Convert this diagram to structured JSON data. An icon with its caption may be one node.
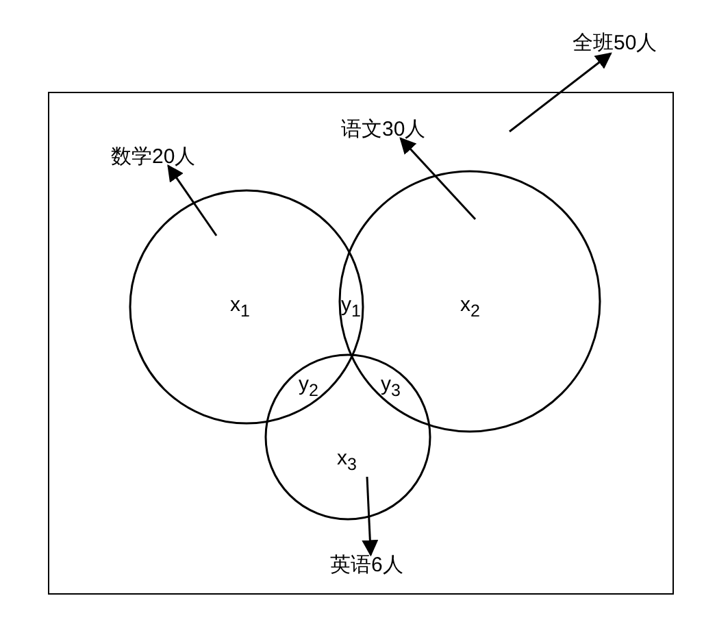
{
  "diagram": {
    "nodes": [
      {
        "text": [],
        "shape": "box"
      },
      {
        "text": [
          "全班50人"
        ]
      },
      {
        "text": [],
        "shape": "circle",
        "in": 0
      },
      {
        "text": [
          "数学20人"
        ],
        "in": 0
      },
      {
        "text": [],
        "shape": "circle",
        "in": 0
      },
      {
        "text": [
          "语文30人"
        ],
        "in": 0
      },
      {
        "text": [],
        "shape": "circle",
        "in": 0
      },
      {
        "text": [
          "英语6人"
        ],
        "in": 0
      }
    ],
    "edges": [
      {
        "from": null,
        "to": 1,
        "arrow": "to"
      },
      {
        "from": 2,
        "to": 3,
        "arrow": "to"
      },
      {
        "from": 4,
        "to": 5,
        "arrow": "to"
      },
      {
        "from": 6,
        "to": 7,
        "arrow": "to"
      }
    ],
    "labels": [
      "x$_{1}$",
      "y$_{1}$",
      "x$_{2}$",
      "y$_{2}$",
      "y$_{3}$",
      "x$_{3}$"
    ]
  }
}
